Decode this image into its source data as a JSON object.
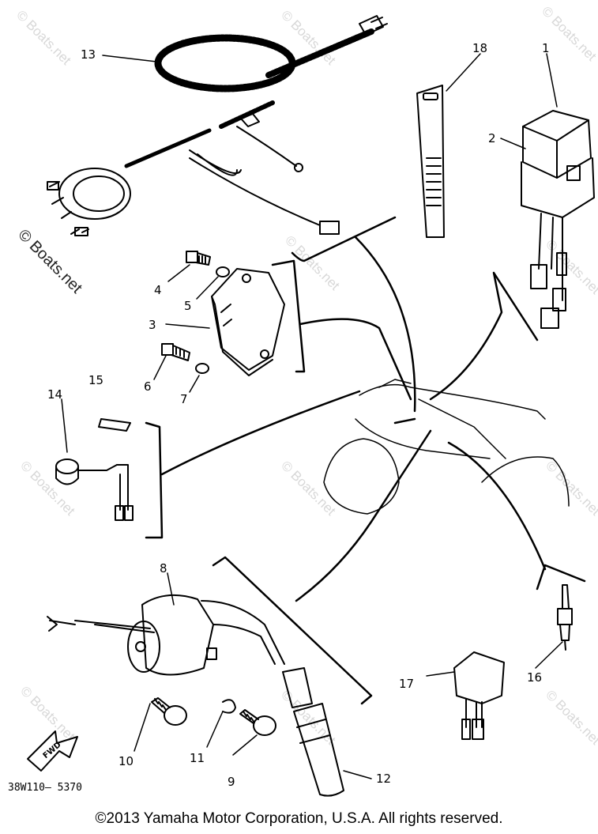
{
  "watermark_text": "© Boats.net",
  "diagram_code": "38W110–  5370",
  "fwd_label": "FWD",
  "copyright": "©2013 Yamaha Motor Corporation, U.S.A. All rights reserved.",
  "callouts": {
    "n1": "1",
    "n2": "2",
    "n3": "3",
    "n4": "4",
    "n5": "5",
    "n6": "6",
    "n7": "7",
    "n8": "8",
    "n9": "9",
    "n10": "10",
    "n11": "11",
    "n12": "12",
    "n13": "13",
    "n14": "14",
    "n15": "15",
    "n16": "16",
    "n17": "17",
    "n18": "18"
  },
  "colors": {
    "line": "#000000",
    "watermark": "#d8d8d8",
    "background": "#ffffff"
  }
}
